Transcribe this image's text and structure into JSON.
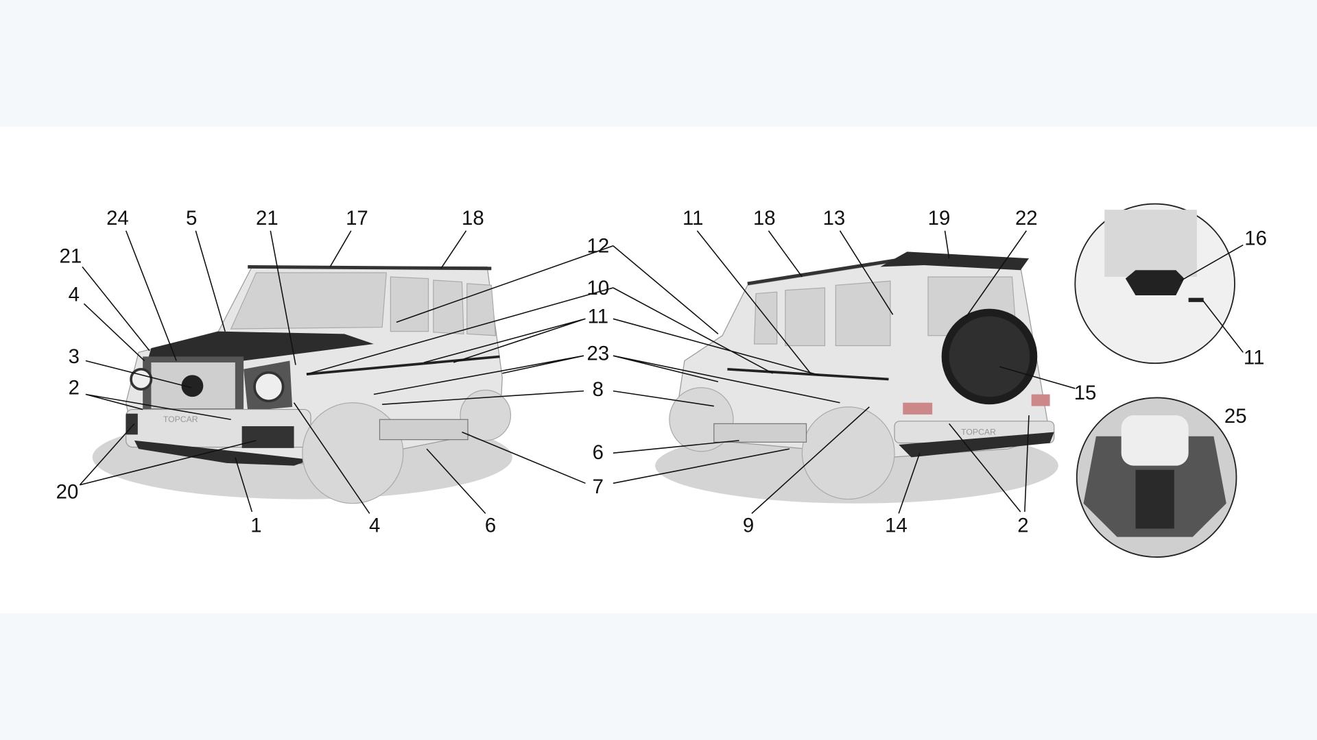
{
  "diagram": {
    "front_view": {
      "callouts": [
        "24",
        "5",
        "21",
        "17",
        "18",
        "21",
        "4",
        "3",
        "2",
        "20",
        "1",
        "4",
        "6"
      ],
      "badge_text": "TOPCAR"
    },
    "shared_callouts": [
      "12",
      "10",
      "11",
      "23",
      "8",
      "6",
      "7"
    ],
    "rear_view": {
      "callouts": [
        "11",
        "18",
        "13",
        "19",
        "22",
        "15",
        "9",
        "14",
        "2"
      ],
      "badge_text": "TOPCAR"
    },
    "detail_rear_door": {
      "callouts": [
        "16",
        "11"
      ]
    },
    "detail_engine": {
      "callouts": [
        "25"
      ]
    }
  },
  "colors": {
    "background": "#f5f8fb",
    "panel": "#ffffff",
    "line": "#111111"
  }
}
